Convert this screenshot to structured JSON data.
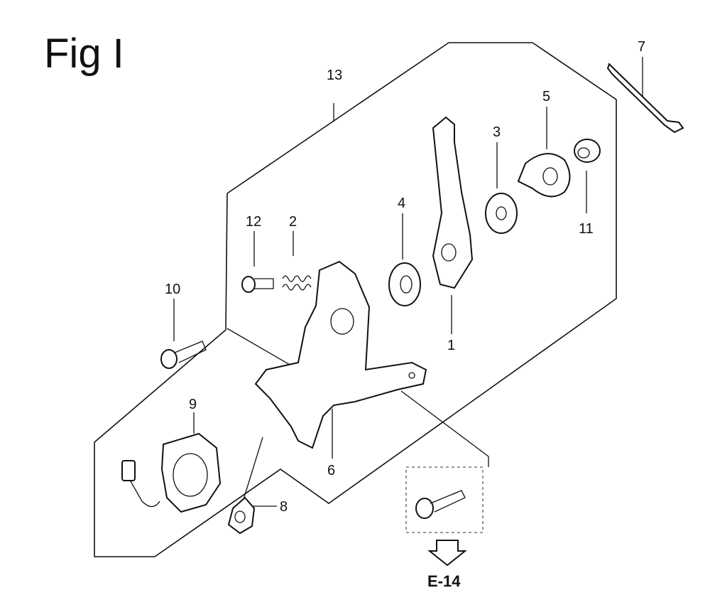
{
  "figure": {
    "title": "Fig I"
  },
  "callouts": [
    {
      "id": "1",
      "label": "1"
    },
    {
      "id": "2",
      "label": "2"
    },
    {
      "id": "3",
      "label": "3"
    },
    {
      "id": "4",
      "label": "4"
    },
    {
      "id": "5",
      "label": "5"
    },
    {
      "id": "6",
      "label": "6"
    },
    {
      "id": "7",
      "label": "7"
    },
    {
      "id": "8",
      "label": "8"
    },
    {
      "id": "9",
      "label": "9"
    },
    {
      "id": "10",
      "label": "10"
    },
    {
      "id": "11",
      "label": "11"
    },
    {
      "id": "12",
      "label": "12"
    },
    {
      "id": "13",
      "label": "13"
    }
  ],
  "reference": {
    "label": "E-14"
  }
}
